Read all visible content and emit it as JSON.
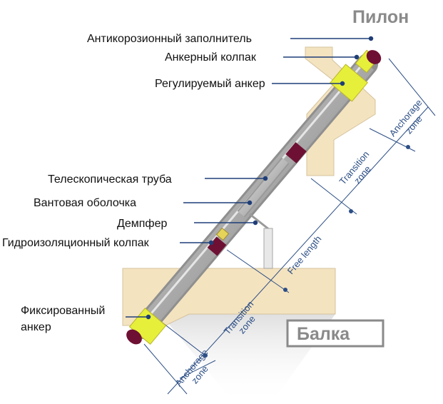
{
  "title_pylon": "Пилон",
  "title_beam": "Балка",
  "labels": {
    "filler": "Антикорозионный заполнитель",
    "anchor_cap": "Анкерный колпак",
    "adjustable_anchor": "Регулируемый анкер",
    "telescopic_pipe": "Телескопическая труба",
    "stay_sheath": "Вантовая оболочка",
    "damper": "Демпфер",
    "waterproof_cap": "Гидроизоляционный колпак",
    "fixed_anchor_line1": "Фиксированный",
    "fixed_anchor_line2": "анкер"
  },
  "zones": {
    "anchorage_top_1": "Anchorage",
    "anchorage_top_2": "zone",
    "transition_top_1": "Transition",
    "transition_top_2": "zone",
    "free_length": "Free length",
    "transition_bottom_1": "Transition",
    "transition_bottom_2": "zone",
    "anchorage_bottom_1": "Anchorage",
    "anchorage_bottom_2": "zone"
  },
  "colors": {
    "concrete": "#f4e3bf",
    "anchor_yellow": "#e6f03a",
    "anchor_maroon": "#6e1033",
    "leader_blue": "#1f3e78",
    "dimension_blue": "#2d4f86"
  }
}
